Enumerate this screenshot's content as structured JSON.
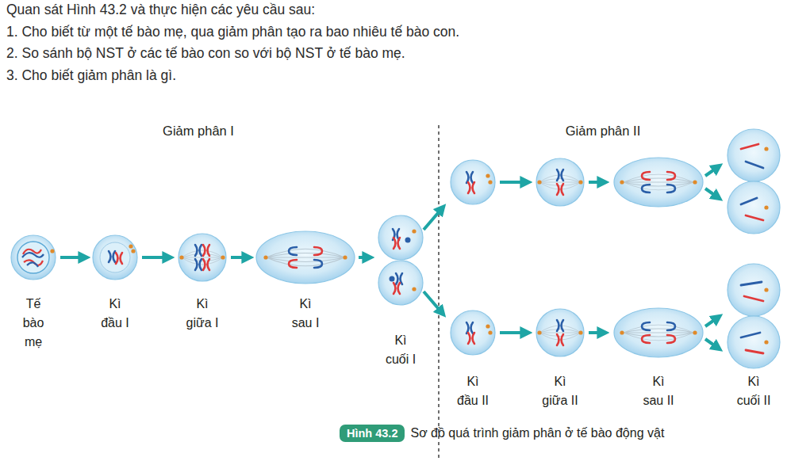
{
  "diagram": {
    "caption": "Sơ đồ quá trình giảm phân ở tế bào động vật",
    "nodes": [
      {
        "text": [
          "Hình 43.2"
        ]
      }
    ],
    "labels": [
      "Quan sát Hình 43.2 và thực hiện các yêu cầu sau:",
      "1. Cho biết từ một tế bào mẹ, qua giảm phân tạo ra bao nhiêu tế bào con.",
      "2. So sánh bộ NST ở các tế bào con so với bộ NST ở tế bào mẹ.",
      "3. Cho biết giảm phân là gì.",
      "Giảm phân I",
      "Giảm phân II",
      "Tế bào mẹ",
      "Kì đầu I",
      "Kì giữa I",
      "Kì sau I",
      "Kì cuối I",
      "Kì đầu II",
      "Kì giữa II",
      "Kì sau II",
      "Kì cuối II"
    ]
  }
}
